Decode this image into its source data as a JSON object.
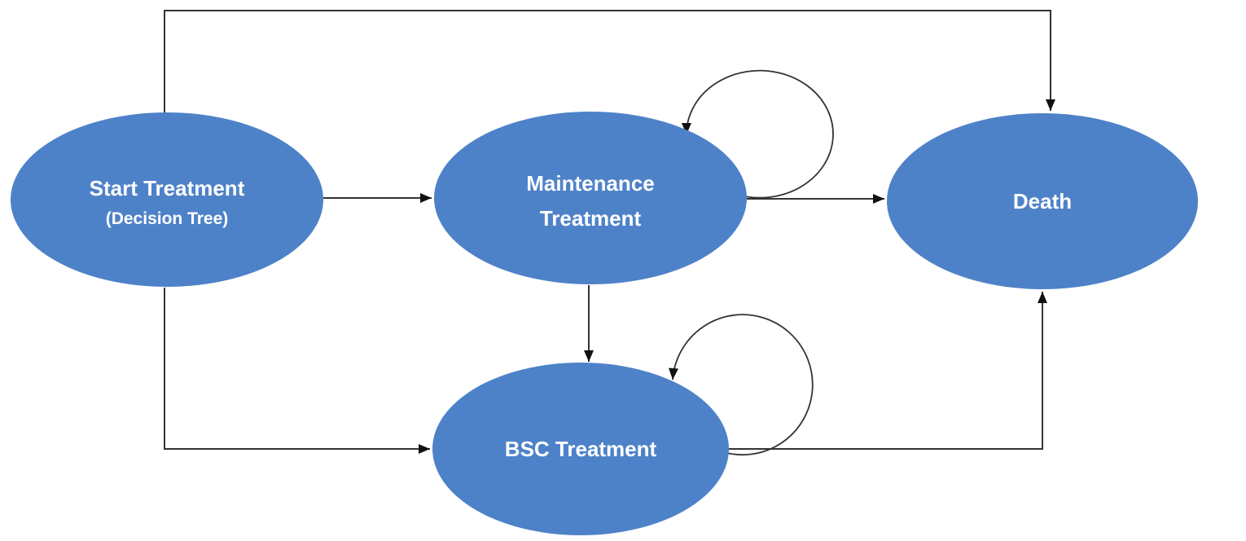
{
  "diagram": {
    "type": "state-transition-markov-model",
    "nodes": [
      {
        "id": "start-treatment",
        "label": "Start Treatment",
        "sublabel": "(Decision Tree)"
      },
      {
        "id": "maintenance-treatment",
        "label_line1": "Maintenance",
        "label_line2": "Treatment"
      },
      {
        "id": "death",
        "label": "Death"
      },
      {
        "id": "bsc-treatment",
        "label": "BSC Treatment"
      }
    ],
    "edges": [
      {
        "from": "start-treatment",
        "to": "death",
        "route": "top-rectangle"
      },
      {
        "from": "start-treatment",
        "to": "maintenance-treatment",
        "route": "horizontal"
      },
      {
        "from": "start-treatment",
        "to": "bsc-treatment",
        "route": "down-then-right"
      },
      {
        "from": "maintenance-treatment",
        "to": "death",
        "route": "horizontal"
      },
      {
        "from": "maintenance-treatment",
        "to": "bsc-treatment",
        "route": "vertical"
      },
      {
        "from": "maintenance-treatment",
        "to": "maintenance-treatment",
        "type": "self-loop"
      },
      {
        "from": "bsc-treatment",
        "to": "bsc-treatment",
        "type": "self-loop"
      },
      {
        "from": "bsc-treatment",
        "to": "death",
        "route": "right-then-up"
      }
    ],
    "colors": {
      "node_fill": "#4e82c8",
      "node_text": "#ffffff",
      "edge_stroke": "#333333",
      "arrowhead": "#111111",
      "background": "#ffffff"
    }
  }
}
